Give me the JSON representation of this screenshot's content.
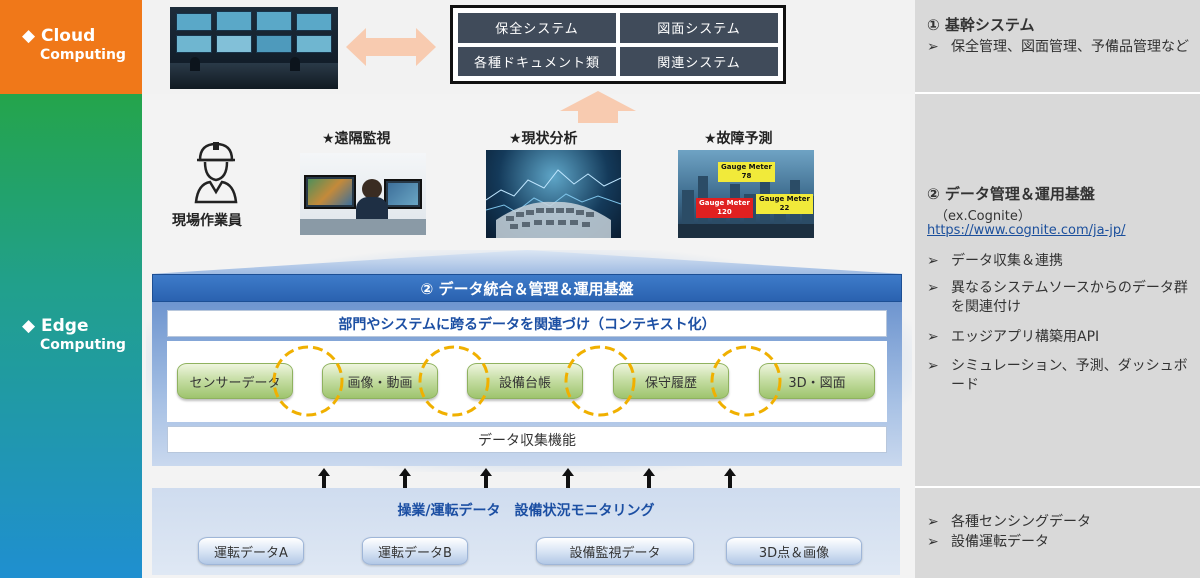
{
  "left": {
    "cloud": {
      "title": "◆ Cloud",
      "sub": "Computing"
    },
    "edge": {
      "title": "◆ Edge",
      "sub": "Computing"
    }
  },
  "systems": [
    "保全システム",
    "図面システム",
    "各種ドキュメント類",
    "関連システム"
  ],
  "worker_label": "現場作業員",
  "features": {
    "remote": "★遠隔監視",
    "analysis": "★現状分析",
    "predict": "★故障予測"
  },
  "gauges": [
    {
      "label": "Gauge Meter",
      "value": "78"
    },
    {
      "label": "Gauge Meter",
      "value": "120"
    },
    {
      "label": "Gauge Meter",
      "value": "22"
    }
  ],
  "platform": {
    "title": "② データ統合＆管理＆運用基盤",
    "context": "部門やシステムに跨るデータを関連づけ（コンテキスト化）",
    "data_items": [
      "センサーデータ",
      "画像・動画",
      "設備台帳",
      "保守履歴",
      "3D・図面"
    ],
    "collect": "データ収集機能"
  },
  "bottom": {
    "title": "操業/運転データ　設備状況モニタリング",
    "items": [
      "運転データA",
      "運転データB",
      "設備監視データ",
      "3D点＆画像"
    ]
  },
  "right": {
    "cloud": {
      "heading": "①  基幹システム",
      "items": [
        "保全管理、図面管理、予備品管理など"
      ]
    },
    "edge": {
      "heading": "②  データ管理＆運用基盤",
      "sub": "（ex.Cognite）",
      "link": "https://www.cognite.com/ja-jp/",
      "items": [
        "データ収集＆連携",
        "異なるシステムソースからのデータ群を関連付け",
        "エッジアプリ構築用API",
        "シミュレーション、予測、ダッシュボード"
      ]
    },
    "bottom": {
      "items": [
        "各種センシングデータ",
        "設備運転データ"
      ]
    }
  },
  "colors": {
    "cloud": "#f07819",
    "edge_top": "#24a44b",
    "edge_bottom": "#1f8fd0",
    "platform_bar": "#2a62b0",
    "context_text": "#1c4fa3",
    "link_ring": "#f0b000",
    "system_cell": "#404b5a"
  }
}
